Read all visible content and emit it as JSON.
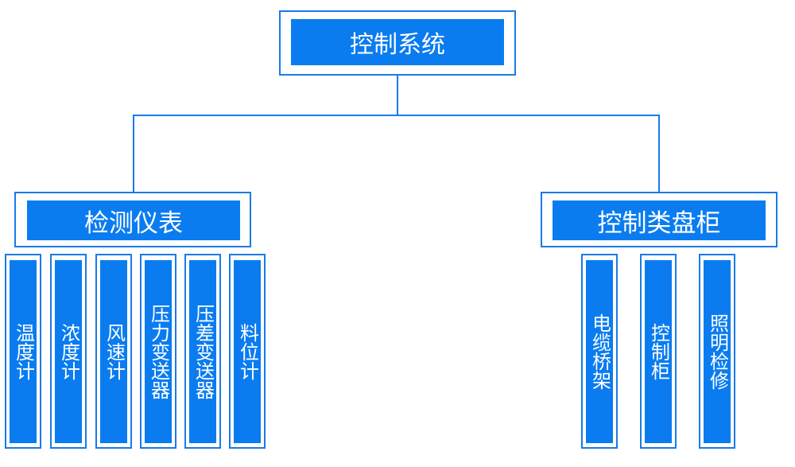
{
  "root": {
    "label": "控制系统"
  },
  "branches": [
    {
      "label": "检测仪表",
      "children": [
        "温度计",
        "浓度计",
        "风速计",
        "压力变送器",
        "压差变送器",
        "料位计"
      ]
    },
    {
      "label": "控制类盘柜",
      "children": [
        "电缆桥架",
        "控制柜",
        "照明检修"
      ]
    }
  ],
  "colors": {
    "box_fill": "#0a7cf0",
    "frame_border": "#1a7ae8",
    "text": "#ffffff"
  }
}
